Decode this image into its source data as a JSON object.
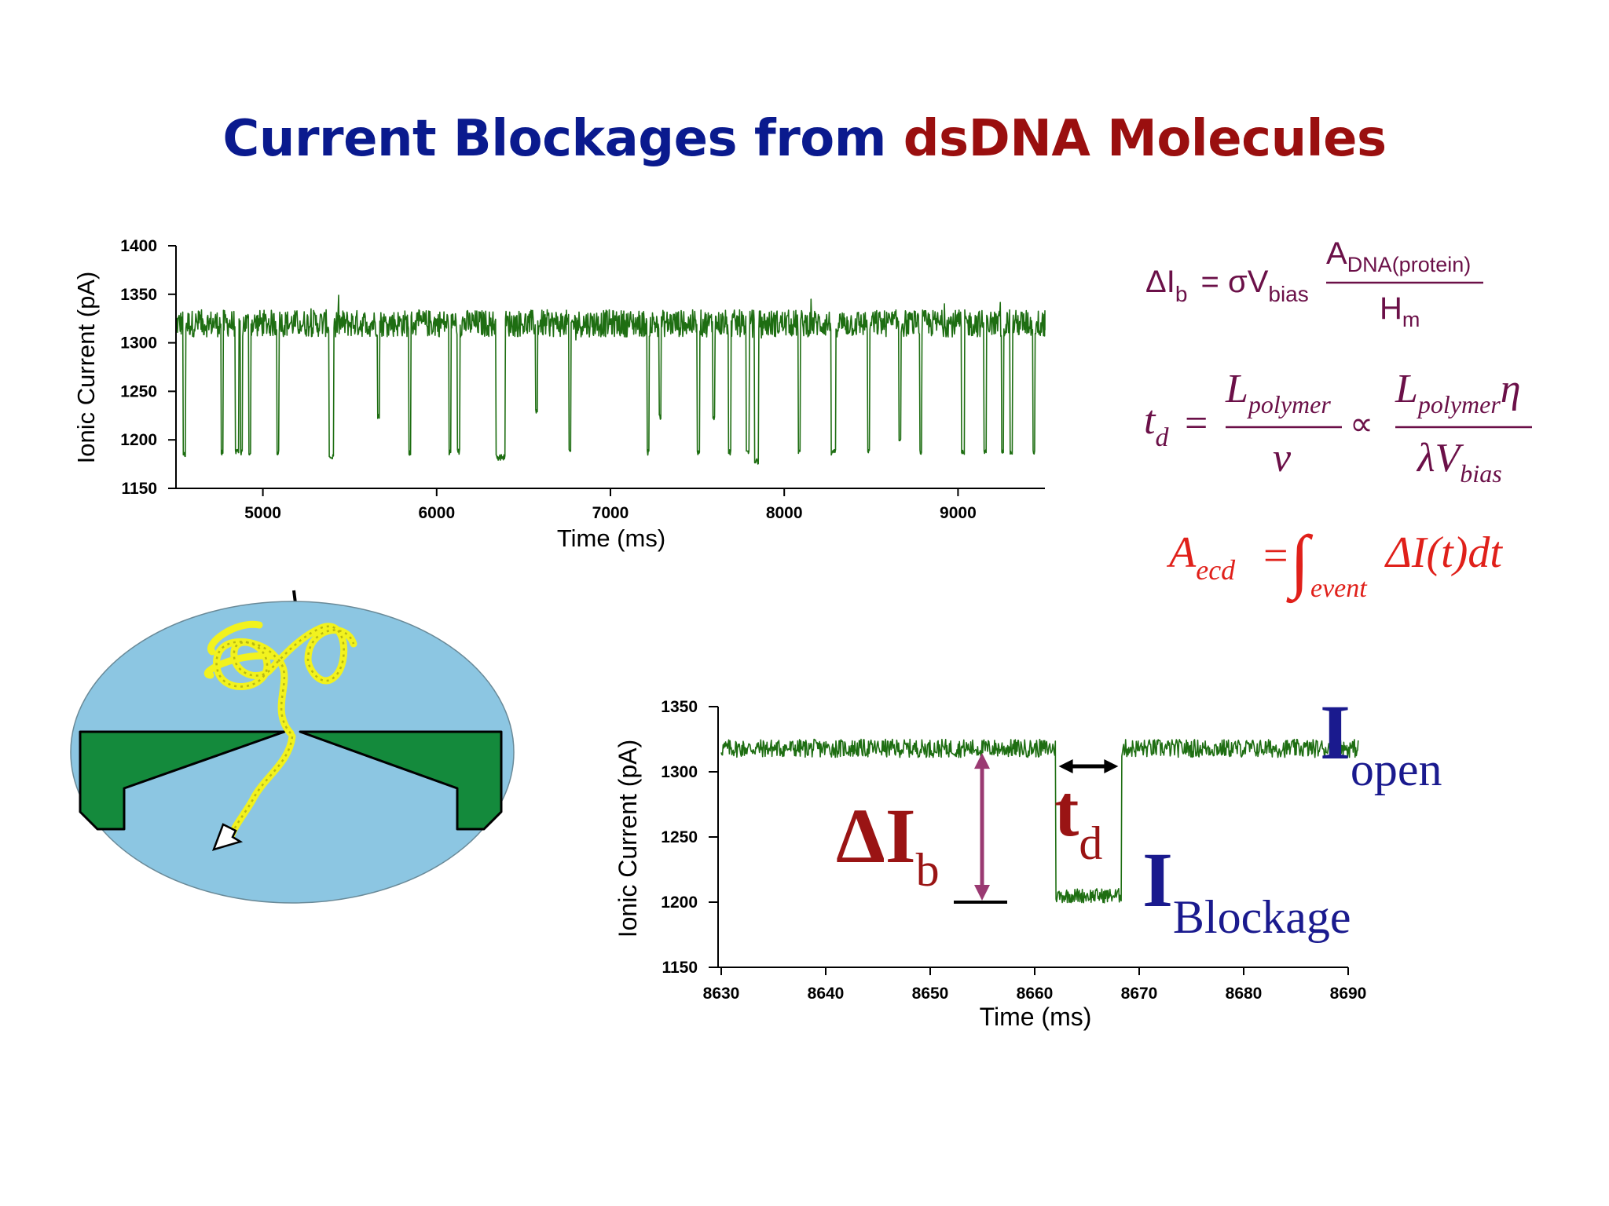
{
  "title": {
    "part1": "Current Blockages from ",
    "part2": "dsDNA Molecules"
  },
  "colors": {
    "title_blue": "#0a1a8e",
    "title_red": "#9a0f0f",
    "trace_green": "#1e6e12",
    "eq_purple": "#6b1048",
    "eq_red": "#e0201a",
    "label_red": "#9a1414",
    "label_blue": "#1a1a8e",
    "pore_green": "#148a3c",
    "pore_bg": "#8cc6e2",
    "dna_yellow": "#f2f21e",
    "arrow_purple": "#9a3a72"
  },
  "chart_data": [
    {
      "type": "line",
      "title": "",
      "xlabel": "Time (ms)",
      "ylabel": "Ionic Current (pA)",
      "xlim": [
        4500,
        9500
      ],
      "ylim": [
        1150,
        1400
      ],
      "xticks": [
        5000,
        6000,
        7000,
        8000,
        9000
      ],
      "yticks": [
        1150,
        1200,
        1250,
        1300,
        1350,
        1400
      ],
      "open_level": 1320,
      "noise_amplitude": 14,
      "events": [
        {
          "t": 4540,
          "depth": 1185,
          "dur": 15
        },
        {
          "t": 4760,
          "depth": 1187,
          "dur": 12
        },
        {
          "t": 4840,
          "depth": 1187,
          "dur": 22
        },
        {
          "t": 4870,
          "depth": 1187,
          "dur": 12
        },
        {
          "t": 4920,
          "depth": 1187,
          "dur": 10
        },
        {
          "t": 5080,
          "depth": 1187,
          "dur": 12
        },
        {
          "t": 5380,
          "depth": 1182,
          "dur": 28
        },
        {
          "t": 5660,
          "depth": 1225,
          "dur": 10
        },
        {
          "t": 5840,
          "depth": 1187,
          "dur": 12
        },
        {
          "t": 6070,
          "depth": 1187,
          "dur": 12
        },
        {
          "t": 6120,
          "depth": 1188,
          "dur": 12
        },
        {
          "t": 6340,
          "depth": 1182,
          "dur": 55
        },
        {
          "t": 6570,
          "depth": 1230,
          "dur": 10
        },
        {
          "t": 6760,
          "depth": 1187,
          "dur": 12
        },
        {
          "t": 7210,
          "depth": 1187,
          "dur": 12
        },
        {
          "t": 7280,
          "depth": 1223,
          "dur": 10
        },
        {
          "t": 7500,
          "depth": 1187,
          "dur": 12
        },
        {
          "t": 7590,
          "depth": 1223,
          "dur": 10
        },
        {
          "t": 7680,
          "depth": 1187,
          "dur": 12
        },
        {
          "t": 7780,
          "depth": 1187,
          "dur": 18
        },
        {
          "t": 7830,
          "depth": 1178,
          "dur": 22
        },
        {
          "t": 8080,
          "depth": 1187,
          "dur": 12
        },
        {
          "t": 8270,
          "depth": 1187,
          "dur": 25
        },
        {
          "t": 8480,
          "depth": 1187,
          "dur": 12
        },
        {
          "t": 8660,
          "depth": 1200,
          "dur": 10
        },
        {
          "t": 8780,
          "depth": 1187,
          "dur": 12
        },
        {
          "t": 9020,
          "depth": 1187,
          "dur": 18
        },
        {
          "t": 9150,
          "depth": 1187,
          "dur": 12
        },
        {
          "t": 9250,
          "depth": 1187,
          "dur": 12
        },
        {
          "t": 9300,
          "depth": 1187,
          "dur": 12
        },
        {
          "t": 9430,
          "depth": 1187,
          "dur": 12
        }
      ]
    },
    {
      "type": "line",
      "title": "",
      "xlabel": "Time (ms)",
      "ylabel": "Ionic Current (pA)",
      "xlim": [
        8630,
        8690
      ],
      "ylim": [
        1150,
        1350
      ],
      "xticks": [
        8630,
        8640,
        8650,
        8660,
        8670,
        8680,
        8690
      ],
      "yticks": [
        1150,
        1200,
        1250,
        1300,
        1350
      ],
      "open_level": 1318,
      "blockage_level": 1205,
      "noise_amplitude": 7,
      "event_start": 8662,
      "event_end": 8668.3,
      "t_end": 8691,
      "delta_ref_level": 1200
    }
  ],
  "equations": {
    "eq1": {
      "lhs": "ΔI",
      "lhs_sub": "b",
      "eq": " = σV",
      "v_sub": "bias",
      "num": "A",
      "num_sub": "DNA(protein)",
      "den": "H",
      "den_sub": "m"
    },
    "eq2": {
      "lhs": "t",
      "lhs_sub": "d",
      "eq": "=",
      "num1": "L",
      "num1_sub": "polymer",
      "den1": "v",
      "prop": "∝",
      "num2": "L",
      "num2_sub": "polymer",
      "num2_eta": "η",
      "den2": "λV",
      "den2_sub": "bias"
    },
    "eq3": {
      "lhs": "A",
      "lhs_sub": "ecd",
      "eq": "=",
      "integral": "∫",
      "int_sub": "event",
      "body": "ΔI(t)dt"
    }
  },
  "annotations": {
    "delta_ib": "ΔI",
    "delta_ib_sub": "b",
    "td": "t",
    "td_sub": "d",
    "iopen": "I",
    "iopen_sub": "open",
    "iblock": "I",
    "iblock_sub": "Blockage"
  }
}
